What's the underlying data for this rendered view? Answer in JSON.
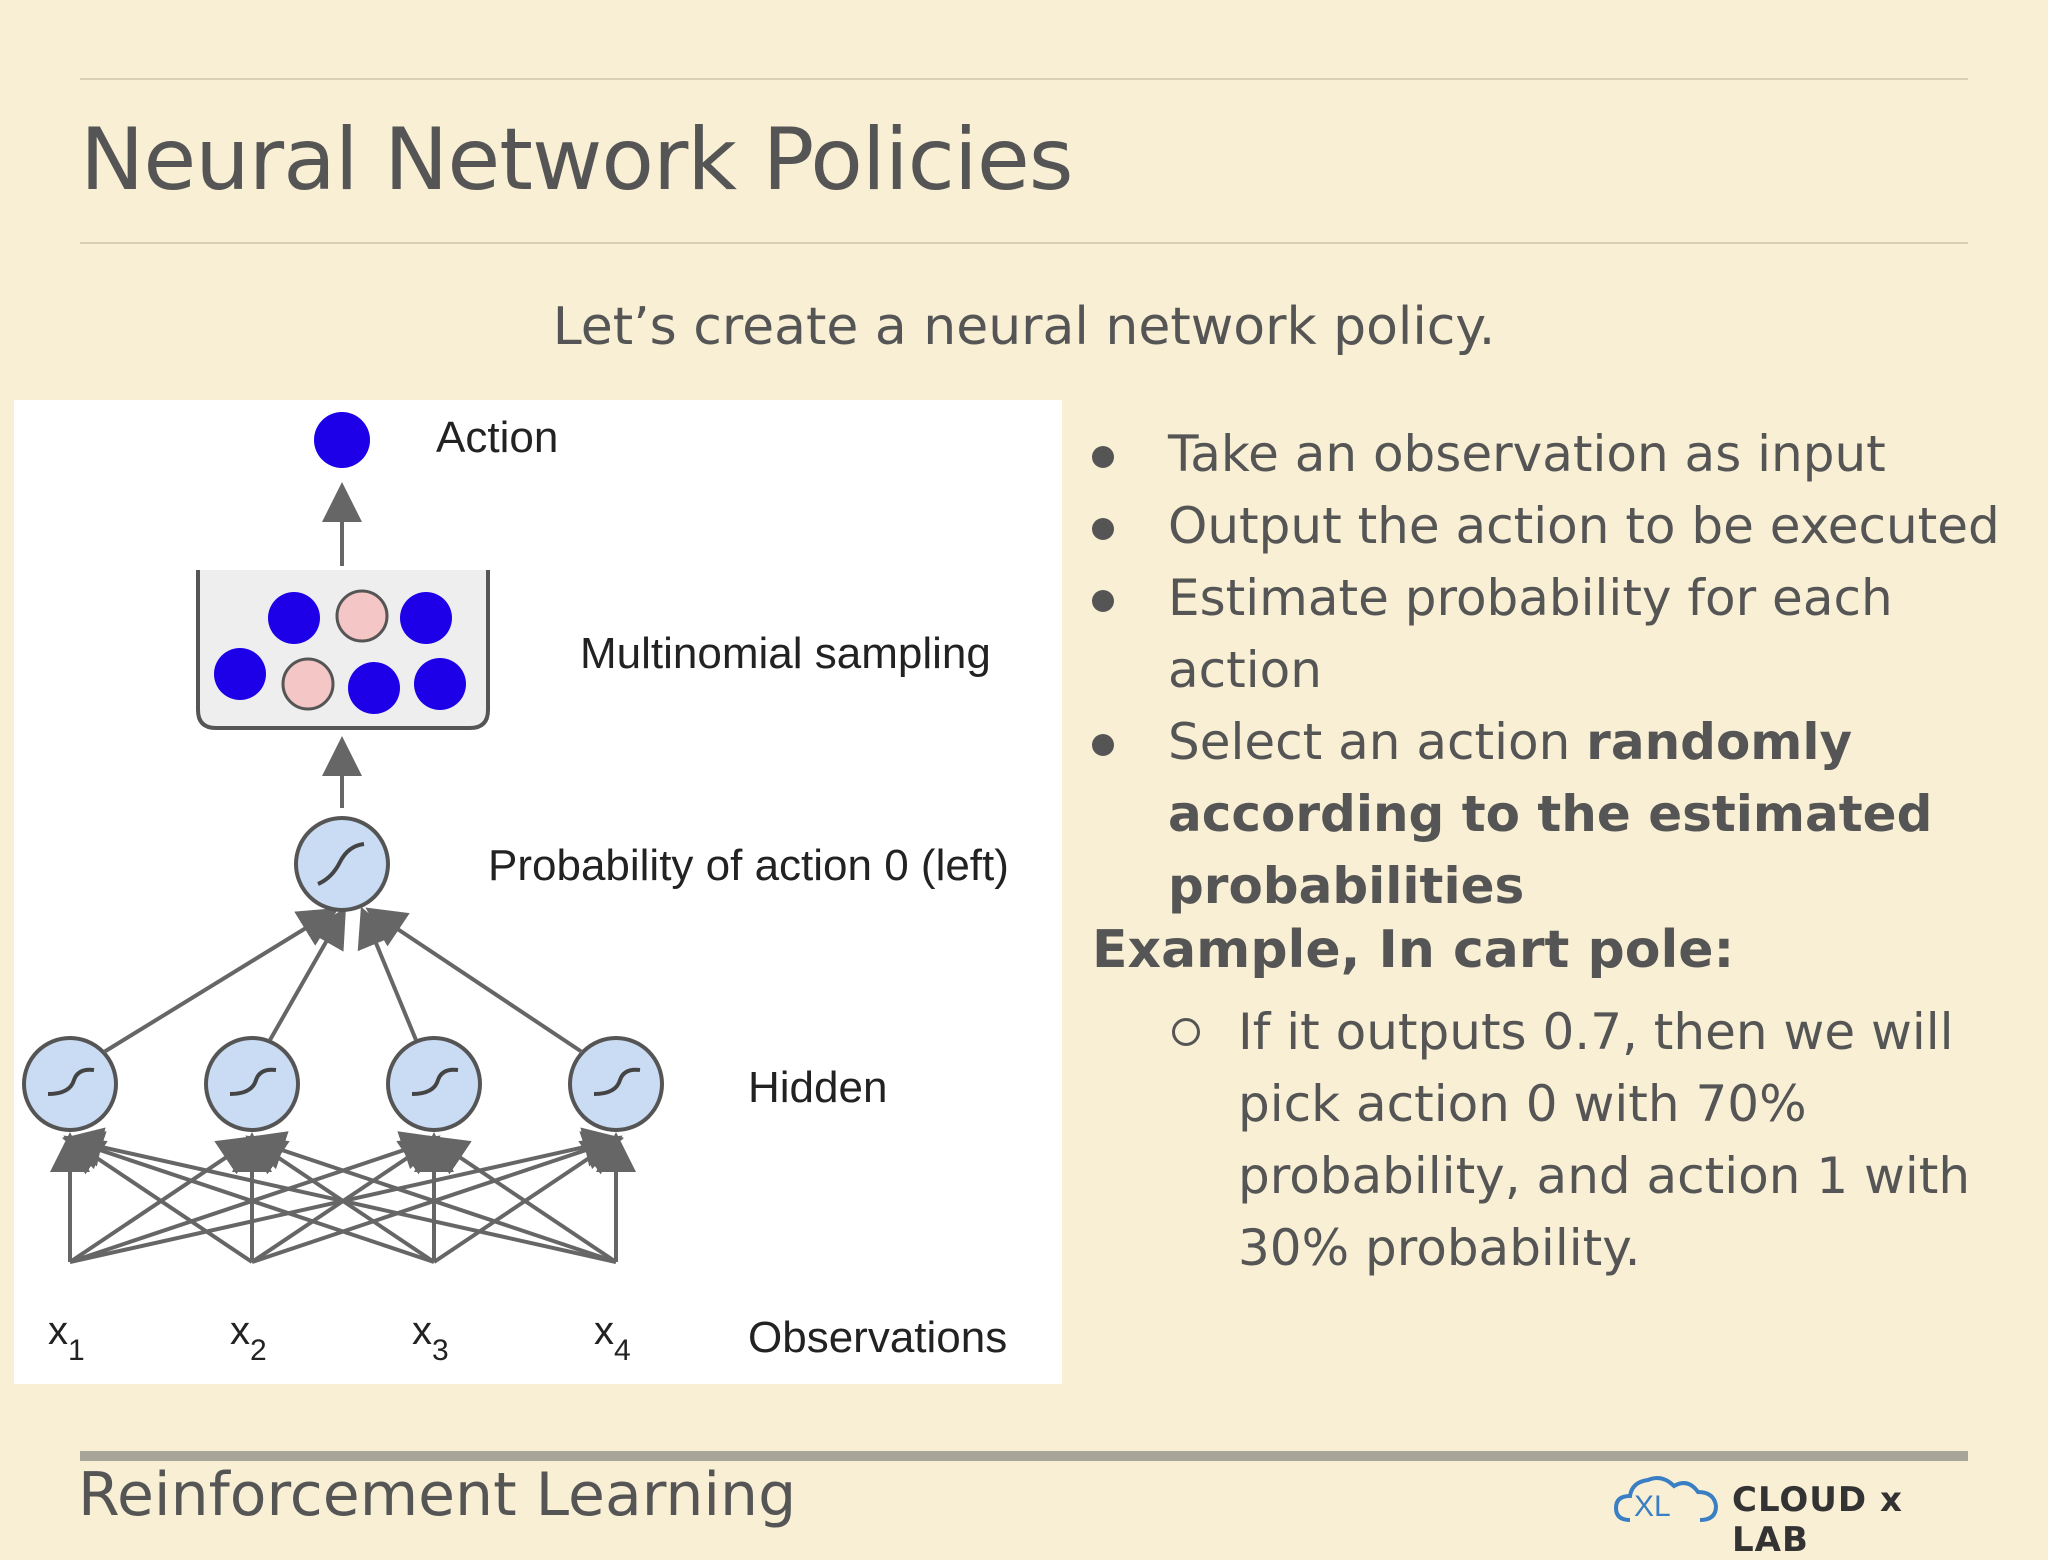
{
  "slide": {
    "title": "Neural Network Policies",
    "subtitle": "Let’s create a neural network policy.",
    "bullets": [
      {
        "plain": "Take an observation as input",
        "bold": ""
      },
      {
        "plain": "Output the action to be executed",
        "bold": ""
      },
      {
        "plain": "Estimate probability for each action",
        "bold": ""
      },
      {
        "plain": "Select an action ",
        "bold": "randomly according to the estimated probabilities"
      }
    ],
    "example_title": "Example, In cart pole:",
    "example_text": "If it outputs 0.7, then we will pick action 0 with 70% probability, and action 1 with 30% probability.",
    "footer_title": "Reinforcement Learning",
    "logo_text": "CLOUD x LAB"
  },
  "figure": {
    "labels": {
      "action": "Action",
      "sampling": "Multinomial sampling",
      "probability": "Probability of action 0 (left)",
      "hidden": "Hidden",
      "observations": "Observations"
    },
    "inputs": [
      "x1",
      "x2",
      "x3",
      "x4"
    ],
    "colors": {
      "action_blue": "#1d00e8",
      "pink": "#f4c6c6",
      "neuron": "#c9dcf3"
    }
  }
}
